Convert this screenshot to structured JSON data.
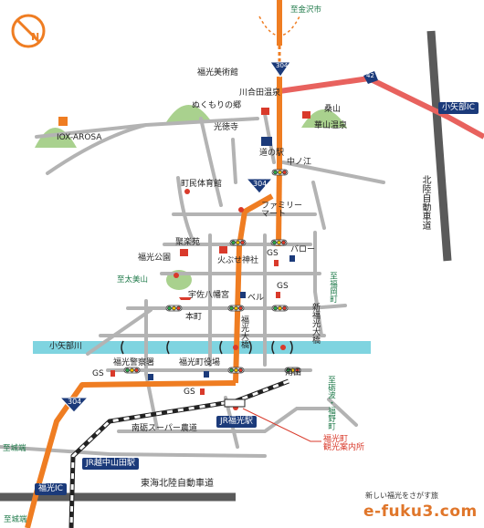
{
  "map": {
    "directions": {
      "to_kanazawa": "至金沢市",
      "to_fukumitsu_right": "至福岡町",
      "to_taishan": "至太美山",
      "to_tonami": "至砺波・福野町",
      "to_jouhana": "至城端"
    },
    "routes": {
      "r304_top": "304",
      "r304_mid": "304",
      "r304_bot": "304",
      "r42": "42"
    },
    "expressways": {
      "hokuriku": "北陸自動車道",
      "tokai_hokuriku": "東海北陸自動車道"
    },
    "interchanges": {
      "koyabe_ic": "小矢部IC",
      "fukumitsu_ic": "福光IC",
      "etchu_nakayama": "JR越中山田駅"
    },
    "stations": {
      "jr_fukumitsu": "JR福光駅"
    },
    "places": {
      "fukumitsu_museum": "福光美術館",
      "yuriaida_onsen": "川合田温泉",
      "nukumori": "ぬくもりの郷",
      "kotokuji": "光徳寺",
      "kuwayama": "桑山",
      "hanayama_onsen": "華山温泉",
      "iox_arosa": "IOX-AROSA",
      "michinoeki": "道の駅",
      "nakanoe": "中ノ江",
      "town_gym": "町民体育館",
      "familymart": "ファミリー\nマート",
      "ryukoen": "聚楽苑",
      "fukumitsu_park": "福光公園",
      "hibuse_shrine": "火ぶせ神社",
      "gs1": "GS",
      "gs2": "GS",
      "gs3": "GS",
      "gs4": "GS",
      "barrow": "バロー",
      "bell": "ベル",
      "usa_hachiman": "宇佐八幡宮",
      "honmachi": "本町",
      "fukumitsu_bridge": "福光大橋",
      "shin_fukumitsu_bridge": "新福光大橋",
      "police": "福光警察署",
      "town_office": "福光町役場",
      "tsunoda": "角田",
      "nanto_super": "南砺スーパー農道",
      "koyabe_river": "小矢部川",
      "tourist_info": "福光町\n観光案内所"
    },
    "brand": {
      "sub": "新しい福光をさがす旅",
      "name": "e-fuku3.com"
    },
    "colors": {
      "main_road": "#ef7d22",
      "rt42": "#e8625e",
      "expressway": "#5a5a5a",
      "local_road": "#b3b3b3",
      "river": "#7fd4e0",
      "station_label": "#1b3a7a",
      "marker": "#d93a2b",
      "hill": "#a9d18e"
    }
  }
}
